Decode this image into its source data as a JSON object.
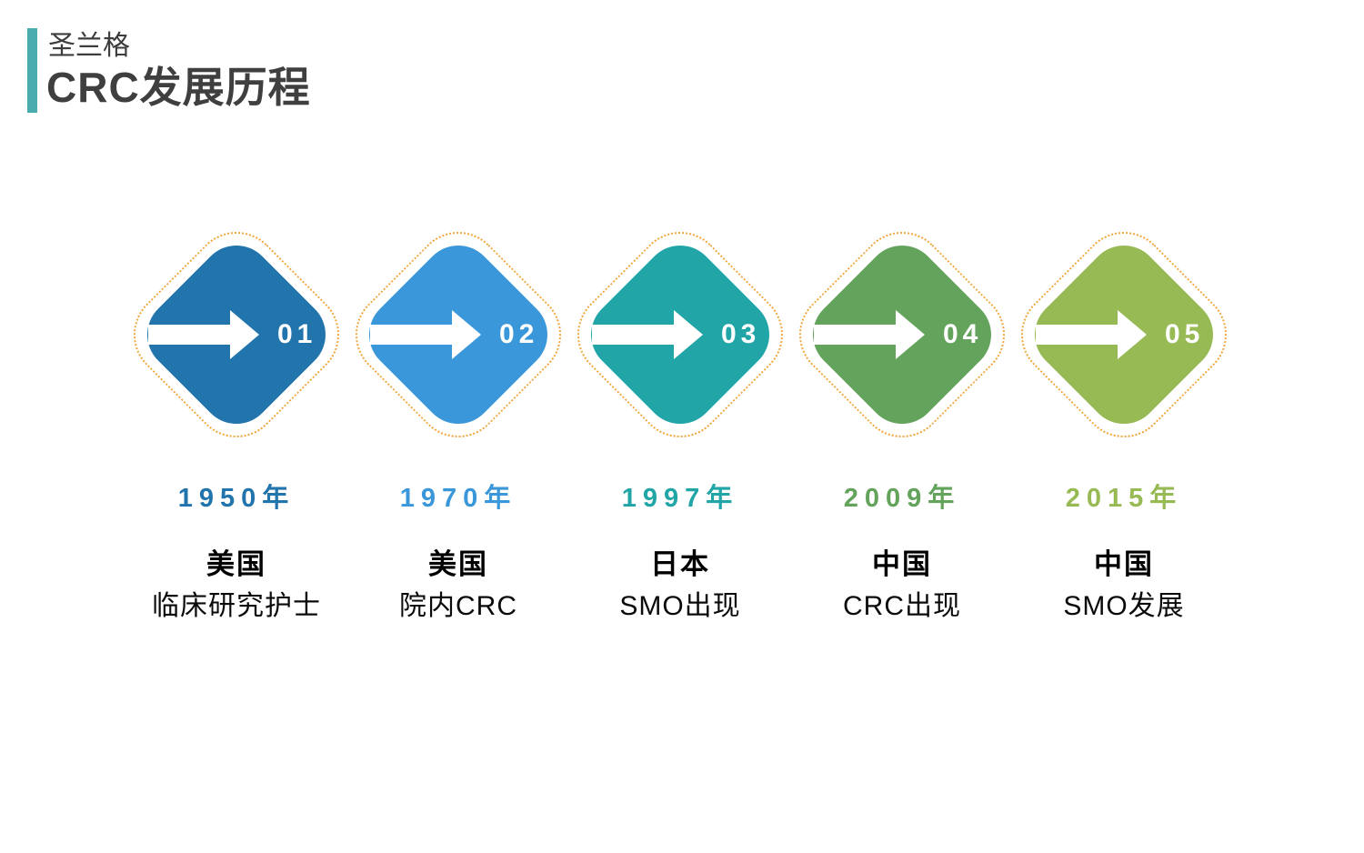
{
  "header": {
    "brand": "圣兰格",
    "title": "CRC发展历程",
    "accent_color": "#4aacac"
  },
  "timeline": {
    "outline_color": "#f0a73e",
    "arrow_color": "#ffffff",
    "number_color": "#ffffff",
    "milestones": [
      {
        "number": "01",
        "year": "1950年",
        "country": "美国",
        "description": "临床研究护士",
        "color": "#2274ad"
      },
      {
        "number": "02",
        "year": "1970年",
        "country": "美国",
        "description": "院内CRC",
        "color": "#3a97da"
      },
      {
        "number": "03",
        "year": "1997年",
        "country": "日本",
        "description": "SMO出现",
        "color": "#21a5a7"
      },
      {
        "number": "04",
        "year": "2009年",
        "country": "中国",
        "description": "CRC出现",
        "color": "#64a35c"
      },
      {
        "number": "05",
        "year": "2015年",
        "country": "中国",
        "description": "SMO发展",
        "color": "#97ba55"
      }
    ]
  }
}
